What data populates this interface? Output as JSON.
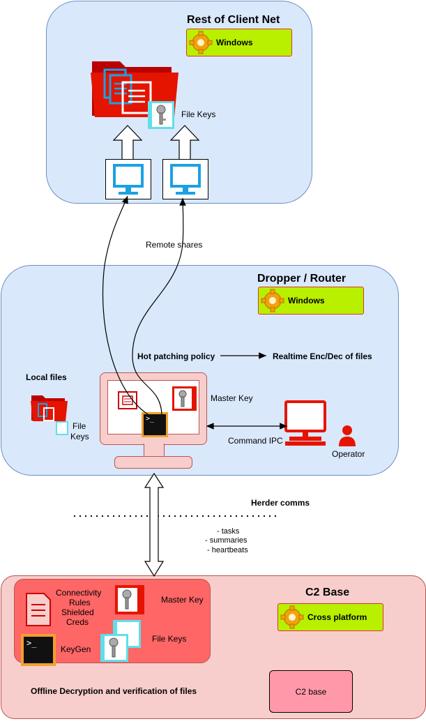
{
  "client_net": {
    "title": "Rest of Client Net",
    "os_badge": "Windows",
    "file_keys_label": "File Keys"
  },
  "remote_shares_label": "Remote shares",
  "dropper": {
    "title": "Dropper / Router",
    "os_badge": "Windows",
    "hot_patching_label": "Hot patching policy",
    "realtime_label": "Realtime Enc/Dec of files",
    "local_files_label": "Local files",
    "file_keys_label": "File Keys",
    "master_key_label": "Master Key",
    "command_ipc_label": "Command IPC",
    "operator_label": "Operator"
  },
  "herder": {
    "label": "Herder comms",
    "items": [
      "- tasks",
      "- summaries",
      "- heartbeats"
    ]
  },
  "c2": {
    "title": "C2 Base",
    "os_badge": "Cross platform",
    "rules_lines": [
      "Connectivity",
      "Rules",
      "Shielded",
      "Creds"
    ],
    "master_key_label": "Master Key",
    "file_keys_label": "File Keys",
    "keygen_label": "KeyGen",
    "offline_label": "Offline Decryption and verification of files",
    "c2_base_box_label": "C2 base"
  },
  "colors": {
    "blue_region": "#dae8fc",
    "red_region": "#f8cecc",
    "badge_green": "#b8f000",
    "monitor_blue": "#1ba1e2",
    "folder_red": "#e51400",
    "gear_orange": "#f0a30a"
  }
}
